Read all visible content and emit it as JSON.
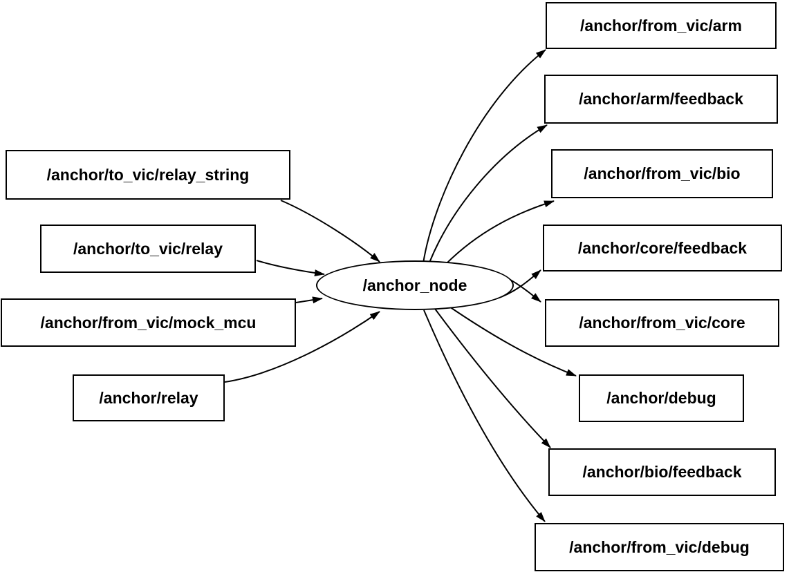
{
  "graph": {
    "center_node": {
      "label": "/anchor_node"
    },
    "left_nodes": [
      {
        "label": "/anchor/to_vic/relay_string"
      },
      {
        "label": "/anchor/to_vic/relay"
      },
      {
        "label": "/anchor/from_vic/mock_mcu"
      },
      {
        "label": "/anchor/relay"
      }
    ],
    "right_nodes": [
      {
        "label": "/anchor/from_vic/arm"
      },
      {
        "label": "/anchor/arm/feedback"
      },
      {
        "label": "/anchor/from_vic/bio"
      },
      {
        "label": "/anchor/core/feedback"
      },
      {
        "label": "/anchor/from_vic/core"
      },
      {
        "label": "/anchor/debug"
      },
      {
        "label": "/anchor/bio/feedback"
      },
      {
        "label": "/anchor/from_vic/debug"
      }
    ],
    "edges": [
      {
        "from": "/anchor/to_vic/relay_string",
        "to": "/anchor_node"
      },
      {
        "from": "/anchor/to_vic/relay",
        "to": "/anchor_node"
      },
      {
        "from": "/anchor/from_vic/mock_mcu",
        "to": "/anchor_node"
      },
      {
        "from": "/anchor/relay",
        "to": "/anchor_node"
      },
      {
        "from": "/anchor_node",
        "to": "/anchor/from_vic/arm"
      },
      {
        "from": "/anchor_node",
        "to": "/anchor/arm/feedback"
      },
      {
        "from": "/anchor_node",
        "to": "/anchor/from_vic/bio"
      },
      {
        "from": "/anchor_node",
        "to": "/anchor/core/feedback"
      },
      {
        "from": "/anchor_node",
        "to": "/anchor/from_vic/core"
      },
      {
        "from": "/anchor_node",
        "to": "/anchor/debug"
      },
      {
        "from": "/anchor_node",
        "to": "/anchor/bio/feedback"
      },
      {
        "from": "/anchor_node",
        "to": "/anchor/from_vic/debug"
      }
    ],
    "colors": {
      "background": "#ffffff",
      "node_fill": "#ffffff",
      "stroke": "#000000",
      "text": "#000000"
    }
  }
}
